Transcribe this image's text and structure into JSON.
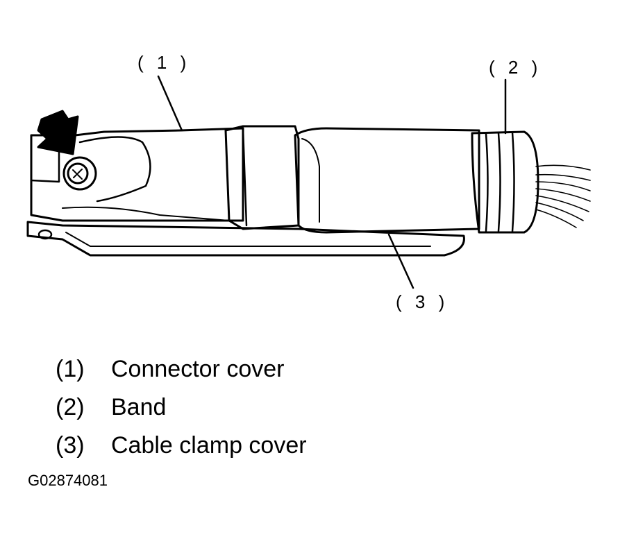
{
  "callouts": [
    "( 1 )",
    "( 2 )",
    "( 3 )"
  ],
  "legend": [
    {
      "num": "(1)",
      "label": "Connector cover"
    },
    {
      "num": "(2)",
      "label": "Band"
    },
    {
      "num": "(3)",
      "label": "Cable clamp cover"
    }
  ],
  "figure_id": "G02874081"
}
